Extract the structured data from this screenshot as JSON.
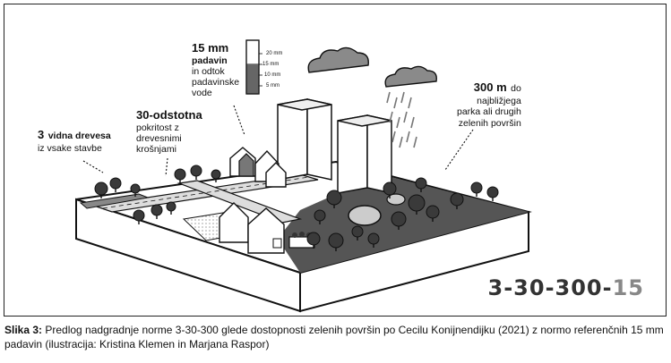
{
  "labels": {
    "trees": {
      "number": "3",
      "line1": "vidna drevesa",
      "line2": "iz vsake stavbe"
    },
    "cover": {
      "number": "30-odstotna",
      "line1": "pokritost z",
      "line2": "drevesnimi",
      "line3": "krošnjami"
    },
    "rain": {
      "number": "15 mm",
      "line1": "padavin",
      "line2": "in odtok",
      "line3": "padavinske",
      "line4": "vode"
    },
    "park": {
      "number": "300 m",
      "line1": "do",
      "line2": "najbližjega",
      "line3": "parka ali drugih",
      "line4": "zelenih površin"
    }
  },
  "rain_gauge": {
    "ticks": [
      "20 mm",
      "15 mm",
      "10 mm",
      "5 mm"
    ],
    "fill_mm": 15,
    "max_mm": 20
  },
  "norm": {
    "main": "3-30-300-",
    "last": "15"
  },
  "caption": {
    "prefix": "Slika 3:",
    "text": " Predlog nadgradnje norme 3-30-300 glede dostopnosti zelenih površin po Cecilu Konijnendijku (2021) z normo referenčnih 15 mm padavin (ilustracija: Kristina Klemen in Marjana Raspor)"
  },
  "colors": {
    "dark_area": "#555555",
    "tree": "#3a3a3a",
    "cloud": "#8a8a8a",
    "outline": "#111111"
  }
}
